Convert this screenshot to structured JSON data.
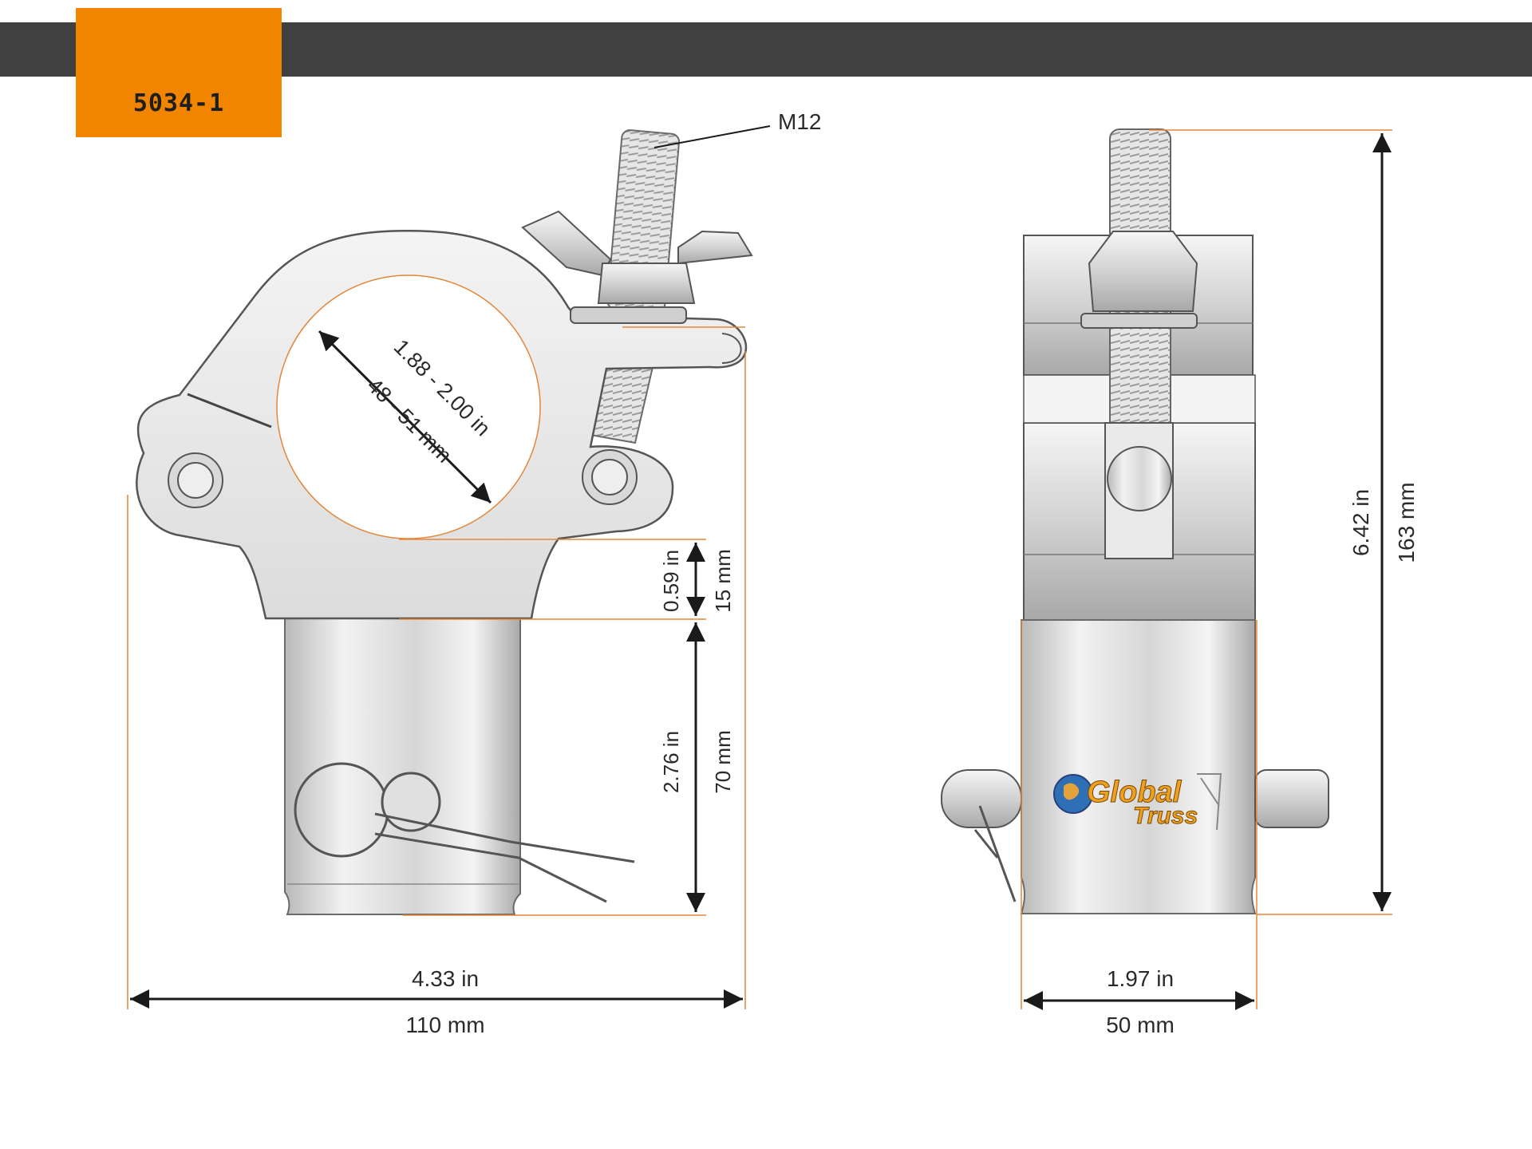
{
  "product_code": "5034-1",
  "colors": {
    "accent": "#f28500",
    "header": "#404040",
    "dimension_line": "#e3873a",
    "part_fill": "#e4e4e4",
    "part_stroke": "#555555"
  },
  "callouts": {
    "thread": "M12"
  },
  "dimensions": {
    "bore_in": "1.88 - 2.00 in",
    "bore_mm": "48 - 51 mm",
    "flange_in": "0.59 in",
    "flange_mm": "15 mm",
    "spigot_in": "2.76 in",
    "spigot_mm": "70 mm",
    "width_in": "4.33 in",
    "width_mm": "110 mm",
    "height_in": "6.42 in",
    "height_mm": "163 mm",
    "depth_in": "1.97 in",
    "depth_mm": "50 mm"
  },
  "logo": {
    "line1": "Global",
    "line2": "Truss"
  }
}
